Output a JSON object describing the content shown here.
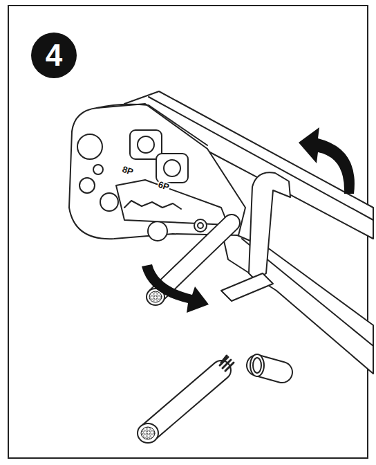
{
  "diagram": {
    "nodes": [
      {
        "text": [
          "4"
        ]
      }
    ],
    "labels": [
      "8P",
      "6P"
    ]
  }
}
